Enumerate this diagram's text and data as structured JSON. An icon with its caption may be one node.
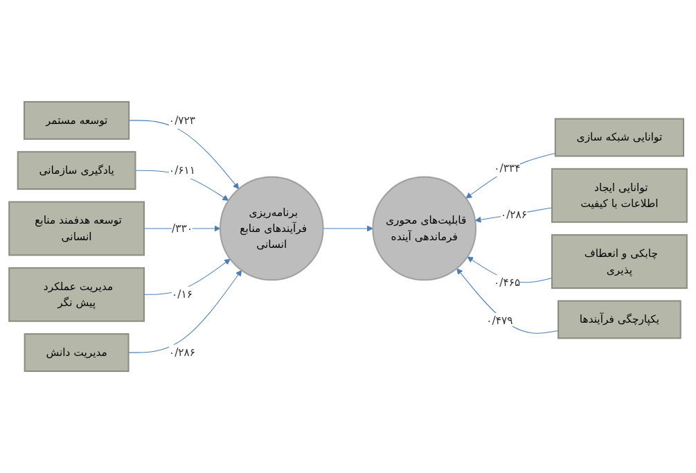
{
  "diagram": {
    "nodes": [
      {
        "text": [
          "توسعه مستمر"
        ]
      },
      {
        "text": [
          "یادگیری سازمانی"
        ]
      },
      {
        "text": [
          "توسعه هدفمند منابع انسانی"
        ]
      },
      {
        "text": [
          "مدیریت عملکرد پیش نگر"
        ]
      },
      {
        "text": [
          "مدیریت دانش"
        ]
      },
      {
        "text": [
          "برنامه‌ریزی فرآیندهای منابع انسانی"
        ]
      },
      {
        "text": [
          "قابلیت‌های محوری فرماندهی آینده"
        ]
      },
      {
        "text": [
          "توانایی شبکه سازی"
        ]
      },
      {
        "text": [
          "توانایی ایجاد اطلاعات با کیفیت"
        ]
      },
      {
        "text": [
          "چابکی و انعطاف پذیری"
        ]
      },
      {
        "text": [
          "یکپارچگی فرآیندها"
        ]
      }
    ],
    "edges": [
      {
        "from": 0,
        "to": 5,
        "arrow": "to",
        "label": "۰/۷۲۳"
      },
      {
        "from": 1,
        "to": 5,
        "arrow": "to",
        "label": "۰/۶۱۱"
      },
      {
        "from": 2,
        "to": 5,
        "arrow": "to",
        "label": "/۳۳۰"
      },
      {
        "from": 3,
        "to": 5,
        "arrow": "to",
        "label": "۰/۱۶"
      },
      {
        "from": 4,
        "to": 5,
        "arrow": "to",
        "label": "۰/۲۸۶"
      },
      {
        "from": 5,
        "to": 6,
        "arrow": "to"
      },
      {
        "from": 7,
        "to": 6,
        "arrow": "to",
        "label": "۰/۳۳۴"
      },
      {
        "from": 8,
        "to": 6,
        "arrow": "to",
        "label": "۰/۲۸۶"
      },
      {
        "from": 9,
        "to": 6,
        "arrow": "to",
        "label": "۰/۴۶۵"
      },
      {
        "from": 10,
        "to": 6,
        "arrow": "to",
        "label": "۰/۴۷۹"
      }
    ]
  }
}
